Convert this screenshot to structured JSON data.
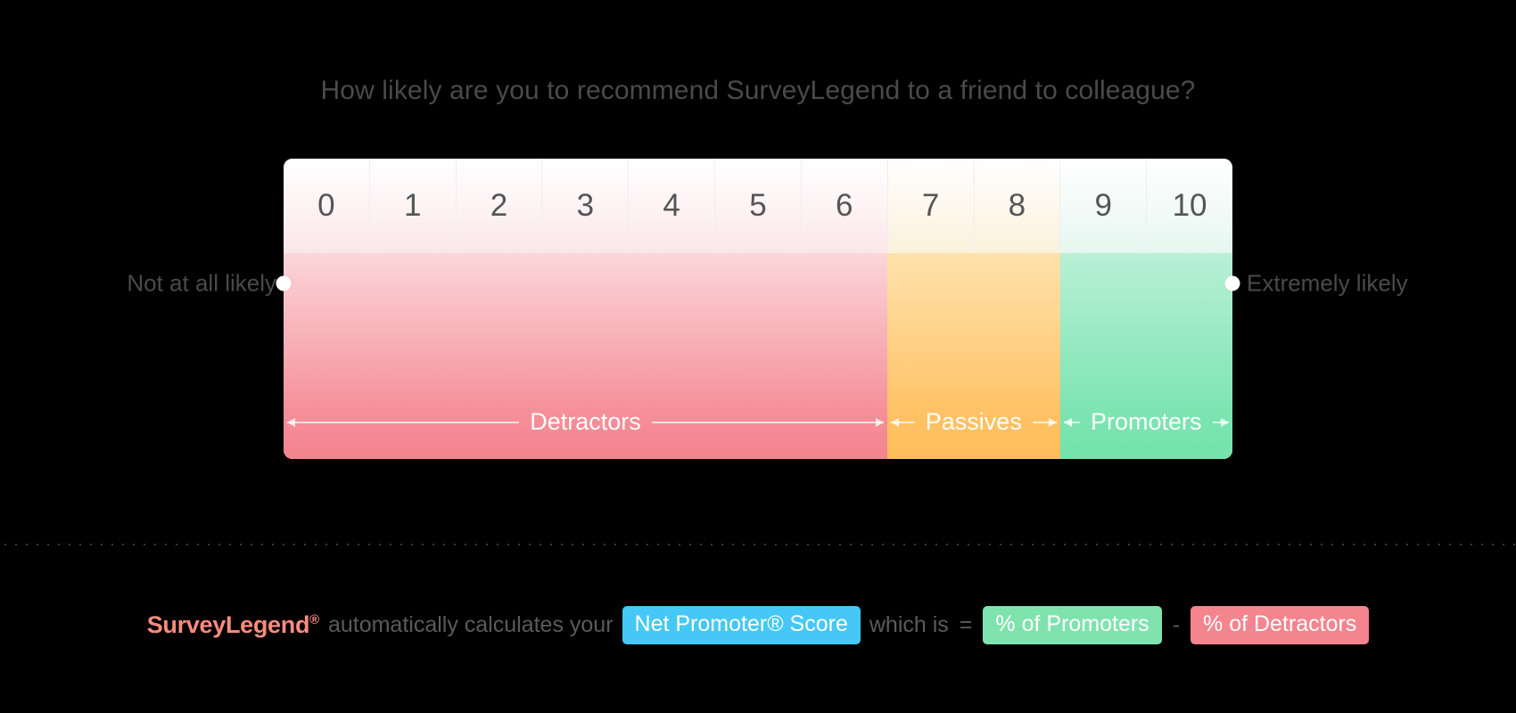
{
  "question": {
    "title": "How likely are you to recommend SurveyLegend to a friend to colleague?"
  },
  "scale": {
    "values": [
      "0",
      "1",
      "2",
      "3",
      "4",
      "5",
      "6",
      "7",
      "8",
      "9",
      "10"
    ],
    "anchors": {
      "left_label": "Not at all likely",
      "right_label": "Extremely likely"
    }
  },
  "bands": [
    {
      "key": "detractors",
      "label": "Detractors",
      "range": "0-6",
      "color": "#f4838e"
    },
    {
      "key": "passives",
      "label": "Passives",
      "range": "7-8",
      "color": "#ffbe5c"
    },
    {
      "key": "promoters",
      "label": "Promoters",
      "range": "9-10",
      "color": "#74e3ab"
    }
  ],
  "footer": {
    "brand": "SurveyLegend",
    "brand_mark": "®",
    "lead_text": "automatically calculates your",
    "nps_badge": "Net Promoter® Score",
    "mid_text": "which is",
    "equals": "=",
    "promoters_badge": "% of Promoters",
    "minus": "-",
    "detractors_badge": "% of Detractors"
  },
  "colors": {
    "background": "#000000",
    "brand": "#f98b7e",
    "nps_blue": "#45c8f5",
    "promoter_green": "#7fe3ae",
    "detractor_red": "#f4848e",
    "passive_orange": "#ffbe5c",
    "text_gray": "#4a4a4a"
  },
  "chart_data": {
    "type": "bar",
    "title": "How likely are you to recommend SurveyLegend to a friend to colleague?",
    "categories": [
      "0",
      "1",
      "2",
      "3",
      "4",
      "5",
      "6",
      "7",
      "8",
      "9",
      "10"
    ],
    "series": [
      {
        "name": "Detractors",
        "values": [
          0,
          1,
          2,
          3,
          4,
          5,
          6
        ],
        "color": "#f4838e"
      },
      {
        "name": "Passives",
        "values": [
          7,
          8
        ],
        "color": "#ffbe5c"
      },
      {
        "name": "Promoters",
        "values": [
          9,
          10
        ],
        "color": "#74e3ab"
      }
    ],
    "xlabel": "",
    "ylabel": "",
    "xlim": [
      0,
      10
    ],
    "grid": false,
    "legend": "inline-bands",
    "annotations": [
      "Not at all likely",
      "Extremely likely"
    ]
  }
}
